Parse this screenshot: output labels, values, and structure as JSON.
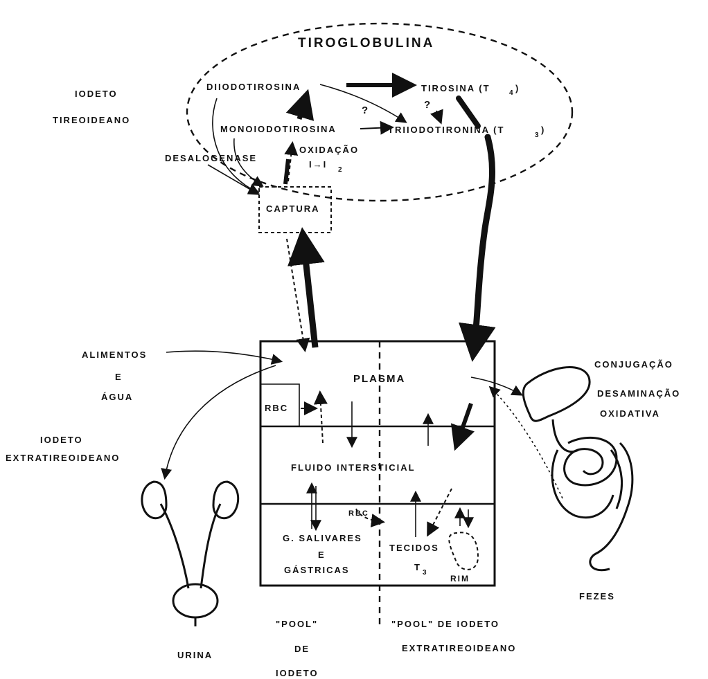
{
  "title": "TIROGLOBULINA",
  "labels": {
    "iodeto_tireoideano_1": "IODETO",
    "iodeto_tireoideano_2": "TIREOIDEANO",
    "diiodotirosina": "DIIODOTIROSINA",
    "tirosina_t4": "TIROSINA (T",
    "t4_sub": "4",
    "monoiodotirosina": "MONOIODOTIROSINA",
    "triiodotironina": "TRIIODOTIRONINA (T",
    "t3_sub": "3",
    "oxidacao": "OXIDAÇÃO",
    "i_to_i2": "I→I",
    "i2_sub": "2",
    "desalogenase": "DESALOGENASE",
    "question_1": "?",
    "question_2": "?",
    "captura": "CAPTURA",
    "alimentos": "ALIMENTOS",
    "e": "E",
    "agua": "ÁGUA",
    "plasma": "PLASMA",
    "rbc": "RBC",
    "rbc_2": "RBC",
    "fluido_intersticial": "FLUIDO INTERSTICIAL",
    "g_salivares": "G. SALIVARES",
    "e_2": "E",
    "gastricas": "GÁSTRICAS",
    "tecidos": "TECIDOS",
    "t3_tecidos": "T",
    "t3_tecidos_sub": "3",
    "rim": "RIM",
    "iodeto_extra_1": "IODETO",
    "iodeto_extra_2": "EXTRATIREOIDEANO",
    "conjugacao": "CONJUGAÇÃO",
    "desaminacao": "DESAMINAÇÃO",
    "oxidativa": "OXIDATIVA",
    "fezes": "FEZES",
    "urina": "URINA",
    "pool_1": "\"POOL\"",
    "pool_2": "DE",
    "pool_3": "IODETO",
    "pool_extra_1": "\"POOL\" DE IODETO",
    "pool_extra_2": "EXTRATIREOIDEANO"
  }
}
